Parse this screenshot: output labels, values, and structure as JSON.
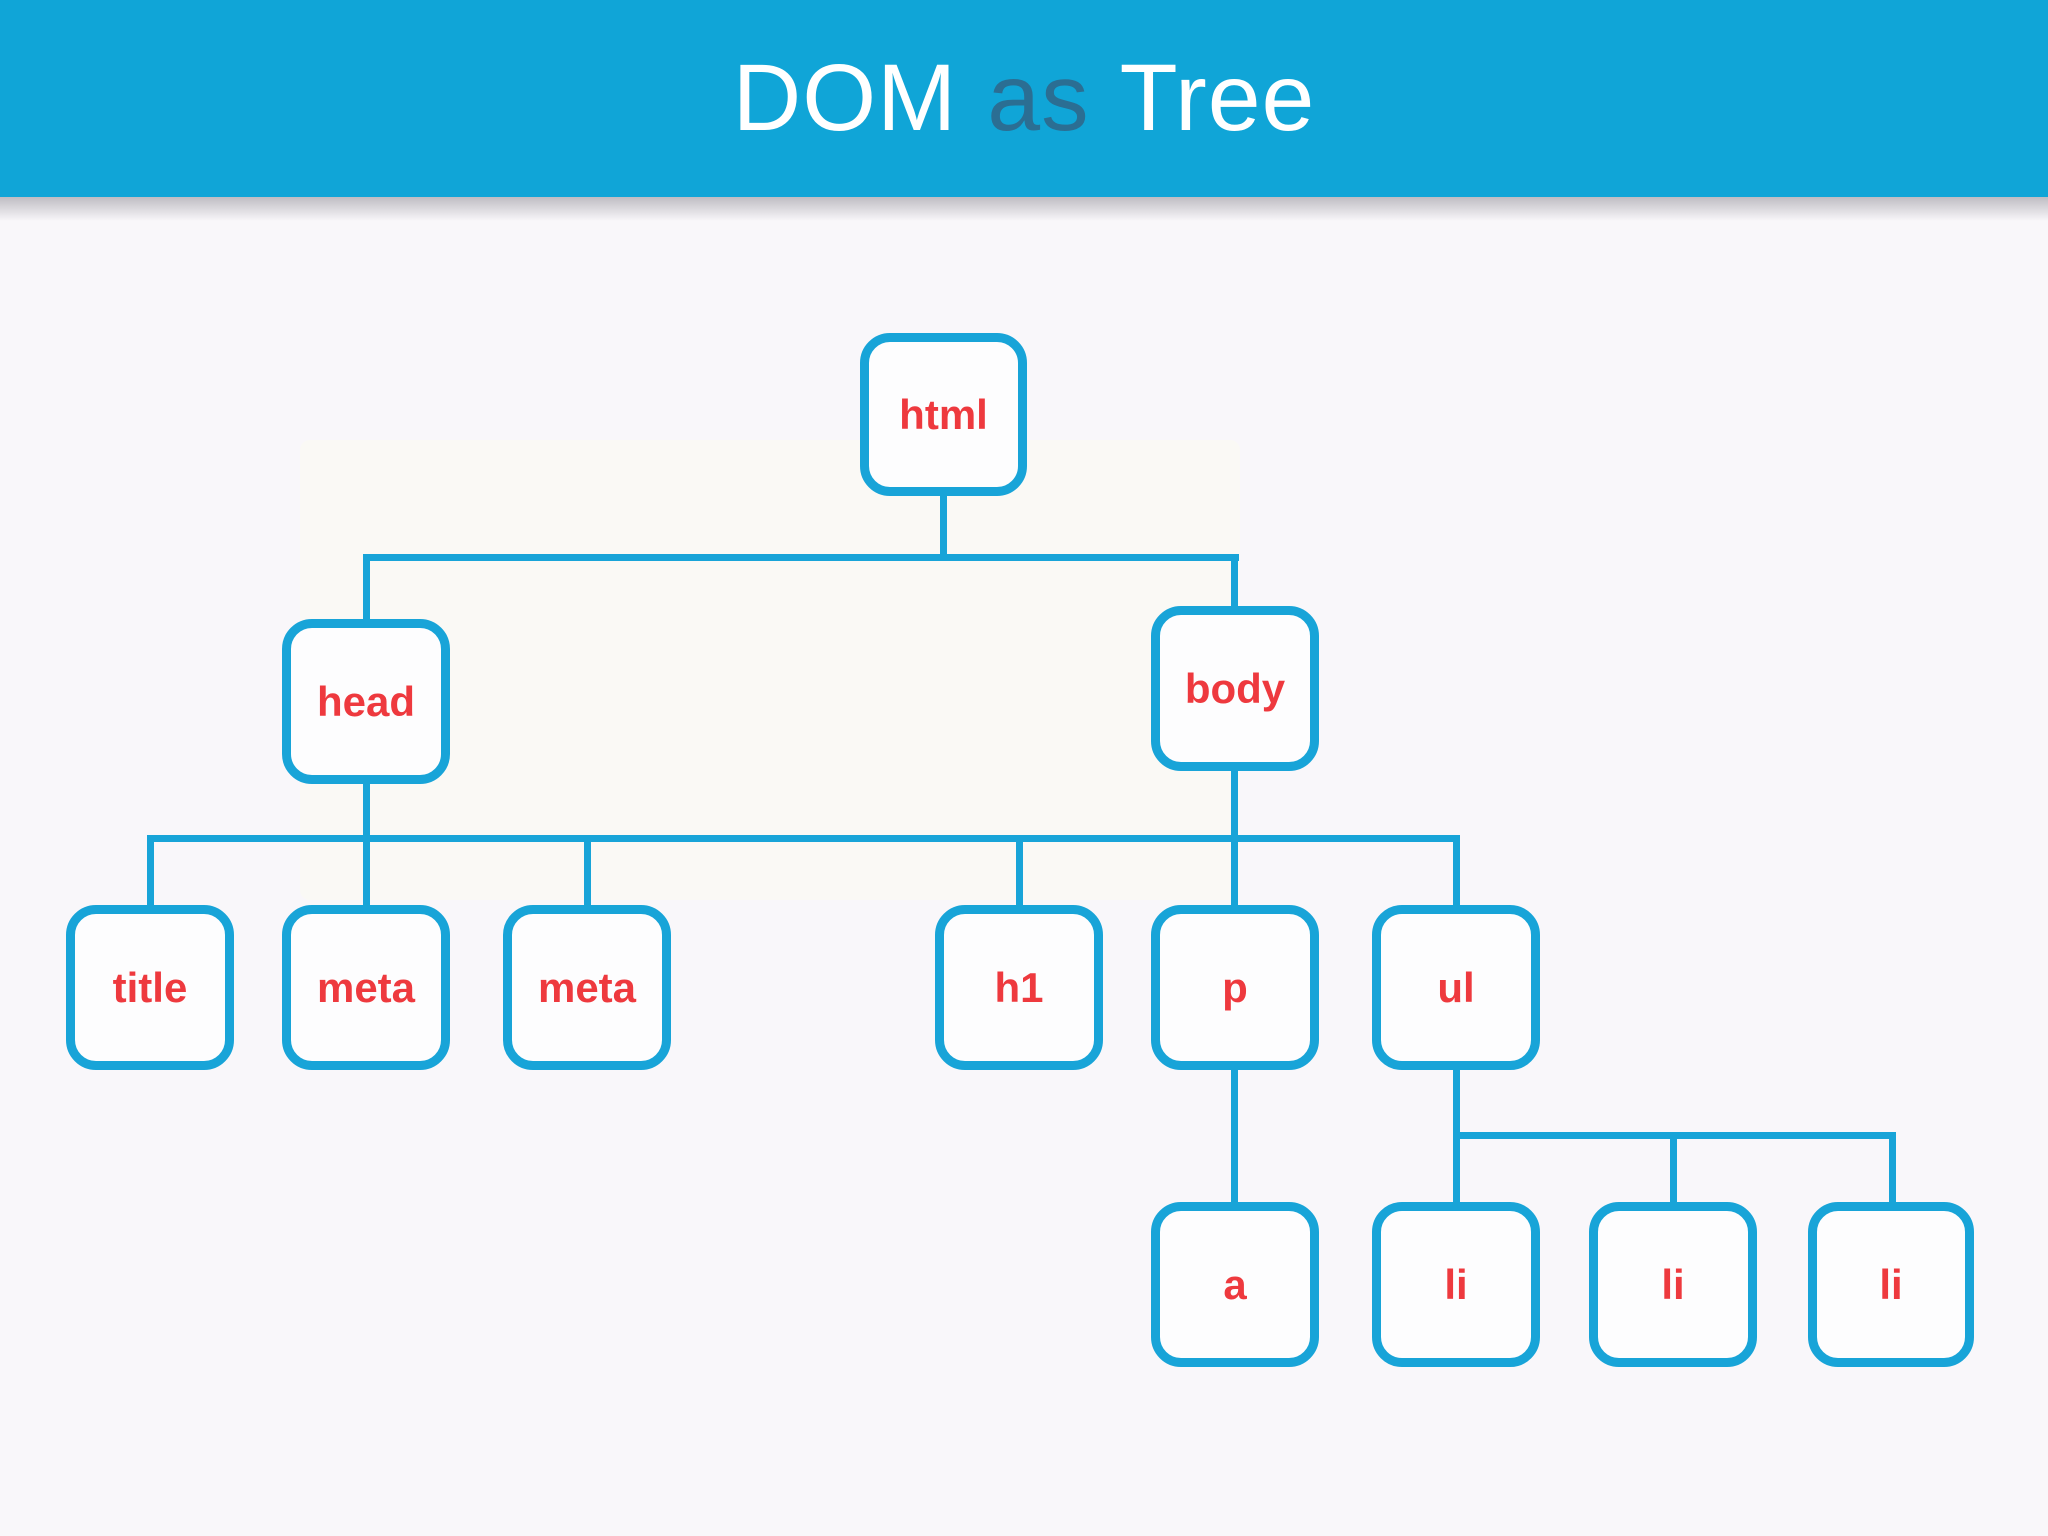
{
  "header": {
    "title": "DOM as Tree",
    "title_parts": [
      {
        "text": "DOM",
        "tone": "light"
      },
      {
        "text": "as",
        "tone": "dark"
      },
      {
        "text": "Tree",
        "tone": "light"
      }
    ]
  },
  "diagram": {
    "type": "tree",
    "nodes": [
      {
        "id": "html",
        "label": "html"
      },
      {
        "id": "head",
        "label": "head"
      },
      {
        "id": "body",
        "label": "body"
      },
      {
        "id": "title",
        "label": "title"
      },
      {
        "id": "meta-1",
        "label": "meta"
      },
      {
        "id": "meta-2",
        "label": "meta"
      },
      {
        "id": "h1",
        "label": "h1"
      },
      {
        "id": "p",
        "label": "p"
      },
      {
        "id": "ul",
        "label": "ul"
      },
      {
        "id": "a",
        "label": "a"
      },
      {
        "id": "li-1",
        "label": "li"
      },
      {
        "id": "li-2",
        "label": "li"
      },
      {
        "id": "li-3",
        "label": "li"
      }
    ],
    "edges": [
      [
        "html",
        "head"
      ],
      [
        "html",
        "body"
      ],
      [
        "head",
        "title"
      ],
      [
        "head",
        "meta-1"
      ],
      [
        "head",
        "meta-2"
      ],
      [
        "body",
        "h1"
      ],
      [
        "body",
        "p"
      ],
      [
        "body",
        "ul"
      ],
      [
        "p",
        "a"
      ],
      [
        "ul",
        "li-1"
      ],
      [
        "ul",
        "li-2"
      ],
      [
        "ul",
        "li-3"
      ]
    ]
  },
  "colors": {
    "header_bg": "#10a5d7",
    "title_light": "#ffffff",
    "title_dark": "#2b6e93",
    "node_border": "#18a4d8",
    "connector": "#18a4d8",
    "node_label": "#ee393e",
    "node_fill": "#fdfdfe",
    "page_bg": "#f9f7fa"
  }
}
